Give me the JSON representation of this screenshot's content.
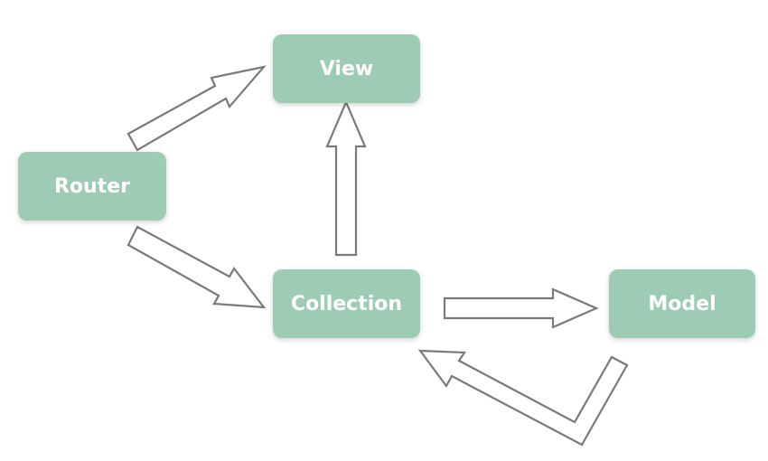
{
  "diagram": {
    "nodes": {
      "view": "View",
      "router": "Router",
      "collection": "Collection",
      "model": "Model"
    },
    "edges": [
      {
        "from": "router",
        "to": "view"
      },
      {
        "from": "router",
        "to": "collection"
      },
      {
        "from": "collection",
        "to": "view"
      },
      {
        "from": "collection",
        "to": "model"
      },
      {
        "from": "model",
        "to": "collection"
      }
    ],
    "colors": {
      "node_fill": "#9dcbb4",
      "node_text": "#ffffff",
      "arrow_outline": "#7a7a7a",
      "arrow_fill": "#ffffff",
      "background": "#ffffff"
    }
  }
}
